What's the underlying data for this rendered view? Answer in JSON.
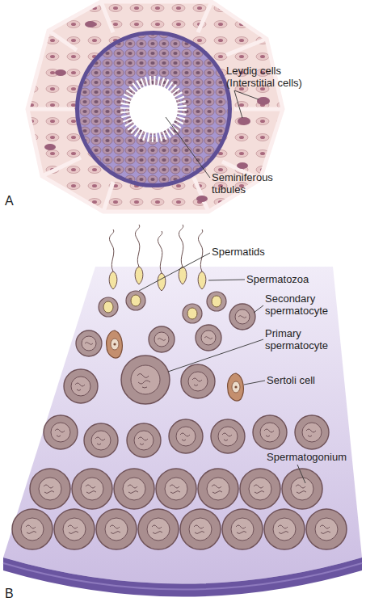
{
  "diagram": {
    "labels": [
      "Leydig cells (Interstitial cells)",
      "Seminiferous tubules",
      "A",
      "Spermatids",
      "Spermatozoa",
      "Secondary spermatocyte",
      "Primary spermatocyte",
      "Sertoli cell",
      "Spermatogonium",
      "B"
    ]
  }
}
